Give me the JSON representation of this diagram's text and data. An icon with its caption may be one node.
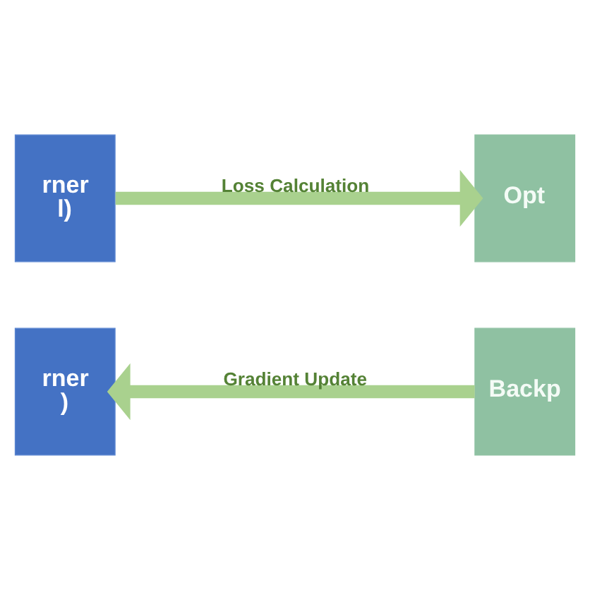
{
  "diagram": {
    "nodes": [
      {
        "text": [
          "rner l)"
        ]
      },
      {
        "text": [
          "Opt"
        ]
      },
      {
        "text": [
          "rner )"
        ]
      },
      {
        "text": [
          "Backp"
        ]
      }
    ],
    "edges": [
      {
        "from": 0,
        "to": 1,
        "arrow": "to",
        "label": "Loss Calculation"
      },
      {
        "from": 3,
        "to": 2,
        "arrow": "to",
        "label": "Gradient Update"
      }
    ]
  }
}
